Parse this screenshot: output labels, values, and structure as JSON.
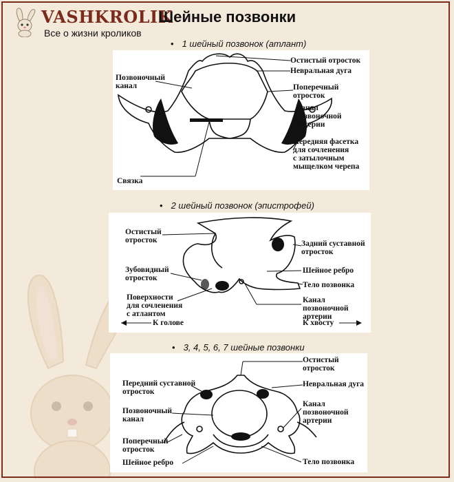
{
  "header": {
    "brand": "VASHKROLIK",
    "tagline": "Все о жизни кроликов",
    "title": "Шейные позвонки"
  },
  "sections": [
    {
      "caption": "1 шейный позвонок (атлант)",
      "labels": {
        "spinous": "Остистый отросток",
        "neural_arch": "Невральная дуга",
        "canal": "Позвоночный\nканал",
        "transverse": "Поперечный\nотросток",
        "artery_canal": "Канал\nпозвоночной\nартерии",
        "facet": "Передняя фасетка\nдля сочленения\nс затылочным\nмыщелком черепа",
        "ligament": "Связка"
      }
    },
    {
      "caption": "2 шейный позвонок (эпистрофей)",
      "labels": {
        "spinous": "Остистый\nотросток",
        "dens": "Зубовидный\nотросток",
        "surfaces": "Поверхности\nдля сочленения\nс атлантом",
        "to_head": "К голове",
        "post_articular": "Задний суставной\nотросток",
        "rib": "Шейное ребро",
        "body": "Тело позвонка",
        "artery_canal": "Канал\nпозвоночной\nартерии",
        "to_tail": "К хвосту"
      }
    },
    {
      "caption": "3, 4, 5, 6, 7 шейные позвонки",
      "labels": {
        "spinous": "Остистый\nотросток",
        "ant_articular": "Передний суставной\nотросток",
        "neural_arch": "Невральная дуга",
        "canal": "Позвоночный\nканал",
        "artery_canal": "Канал\nпозвоночной\nартерии",
        "transverse": "Поперечный\nотросток",
        "rib": "Шейное ребро",
        "body": "Тело позвонка"
      }
    }
  ]
}
